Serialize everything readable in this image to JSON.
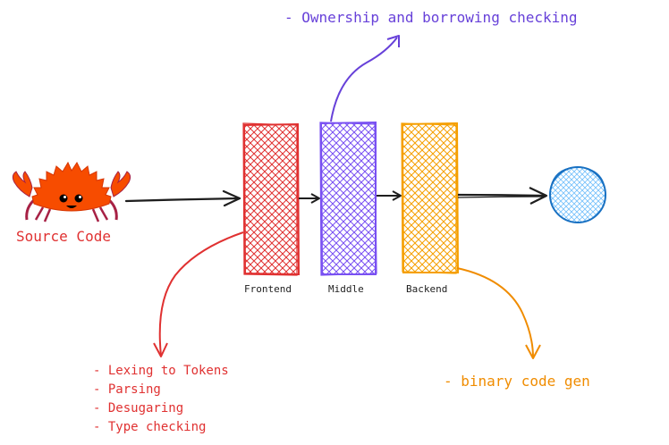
{
  "source": {
    "label": "Source Code",
    "color": "#e03131"
  },
  "stages": [
    {
      "label": "Frontend",
      "color": "#e03131"
    },
    {
      "label": "Middle",
      "color": "#7950f2"
    },
    {
      "label": "Backend",
      "color": "#f59f00"
    }
  ],
  "output": {
    "color": "#1971c2",
    "fill": "#a5d8ff"
  },
  "annotations": {
    "middle": {
      "text": "- Ownership and borrowing checking",
      "color": "#6741d9"
    },
    "backend": {
      "text": "- binary code gen",
      "color": "#f08c00"
    },
    "frontend": {
      "color": "#e03131",
      "items": [
        "- Lexing to Tokens",
        "- Parsing",
        "- Desugaring",
        "- Type checking"
      ]
    }
  }
}
